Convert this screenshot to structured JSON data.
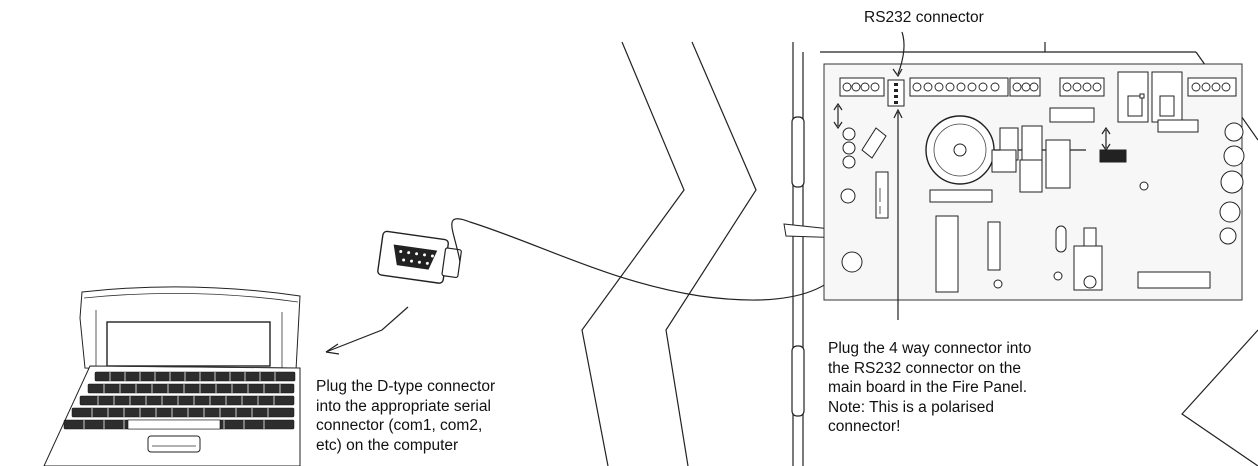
{
  "labels": {
    "rs232_title": "RS232 connector",
    "panel_note": "Plug the 4 way connector into\nthe RS232 connector on the\nmain board in the Fire Panel.\nNote: This is a polarised\nconnector!",
    "computer_note": "Plug the D-type connector\ninto the appropriate serial\nconnector (com1, com2,\netc) on the computer"
  },
  "icons": [
    "laptop-icon",
    "d-type-connector-icon",
    "cable",
    "fire-panel-icon",
    "circuit-board",
    "rs232-header",
    "polarity-arrows"
  ]
}
